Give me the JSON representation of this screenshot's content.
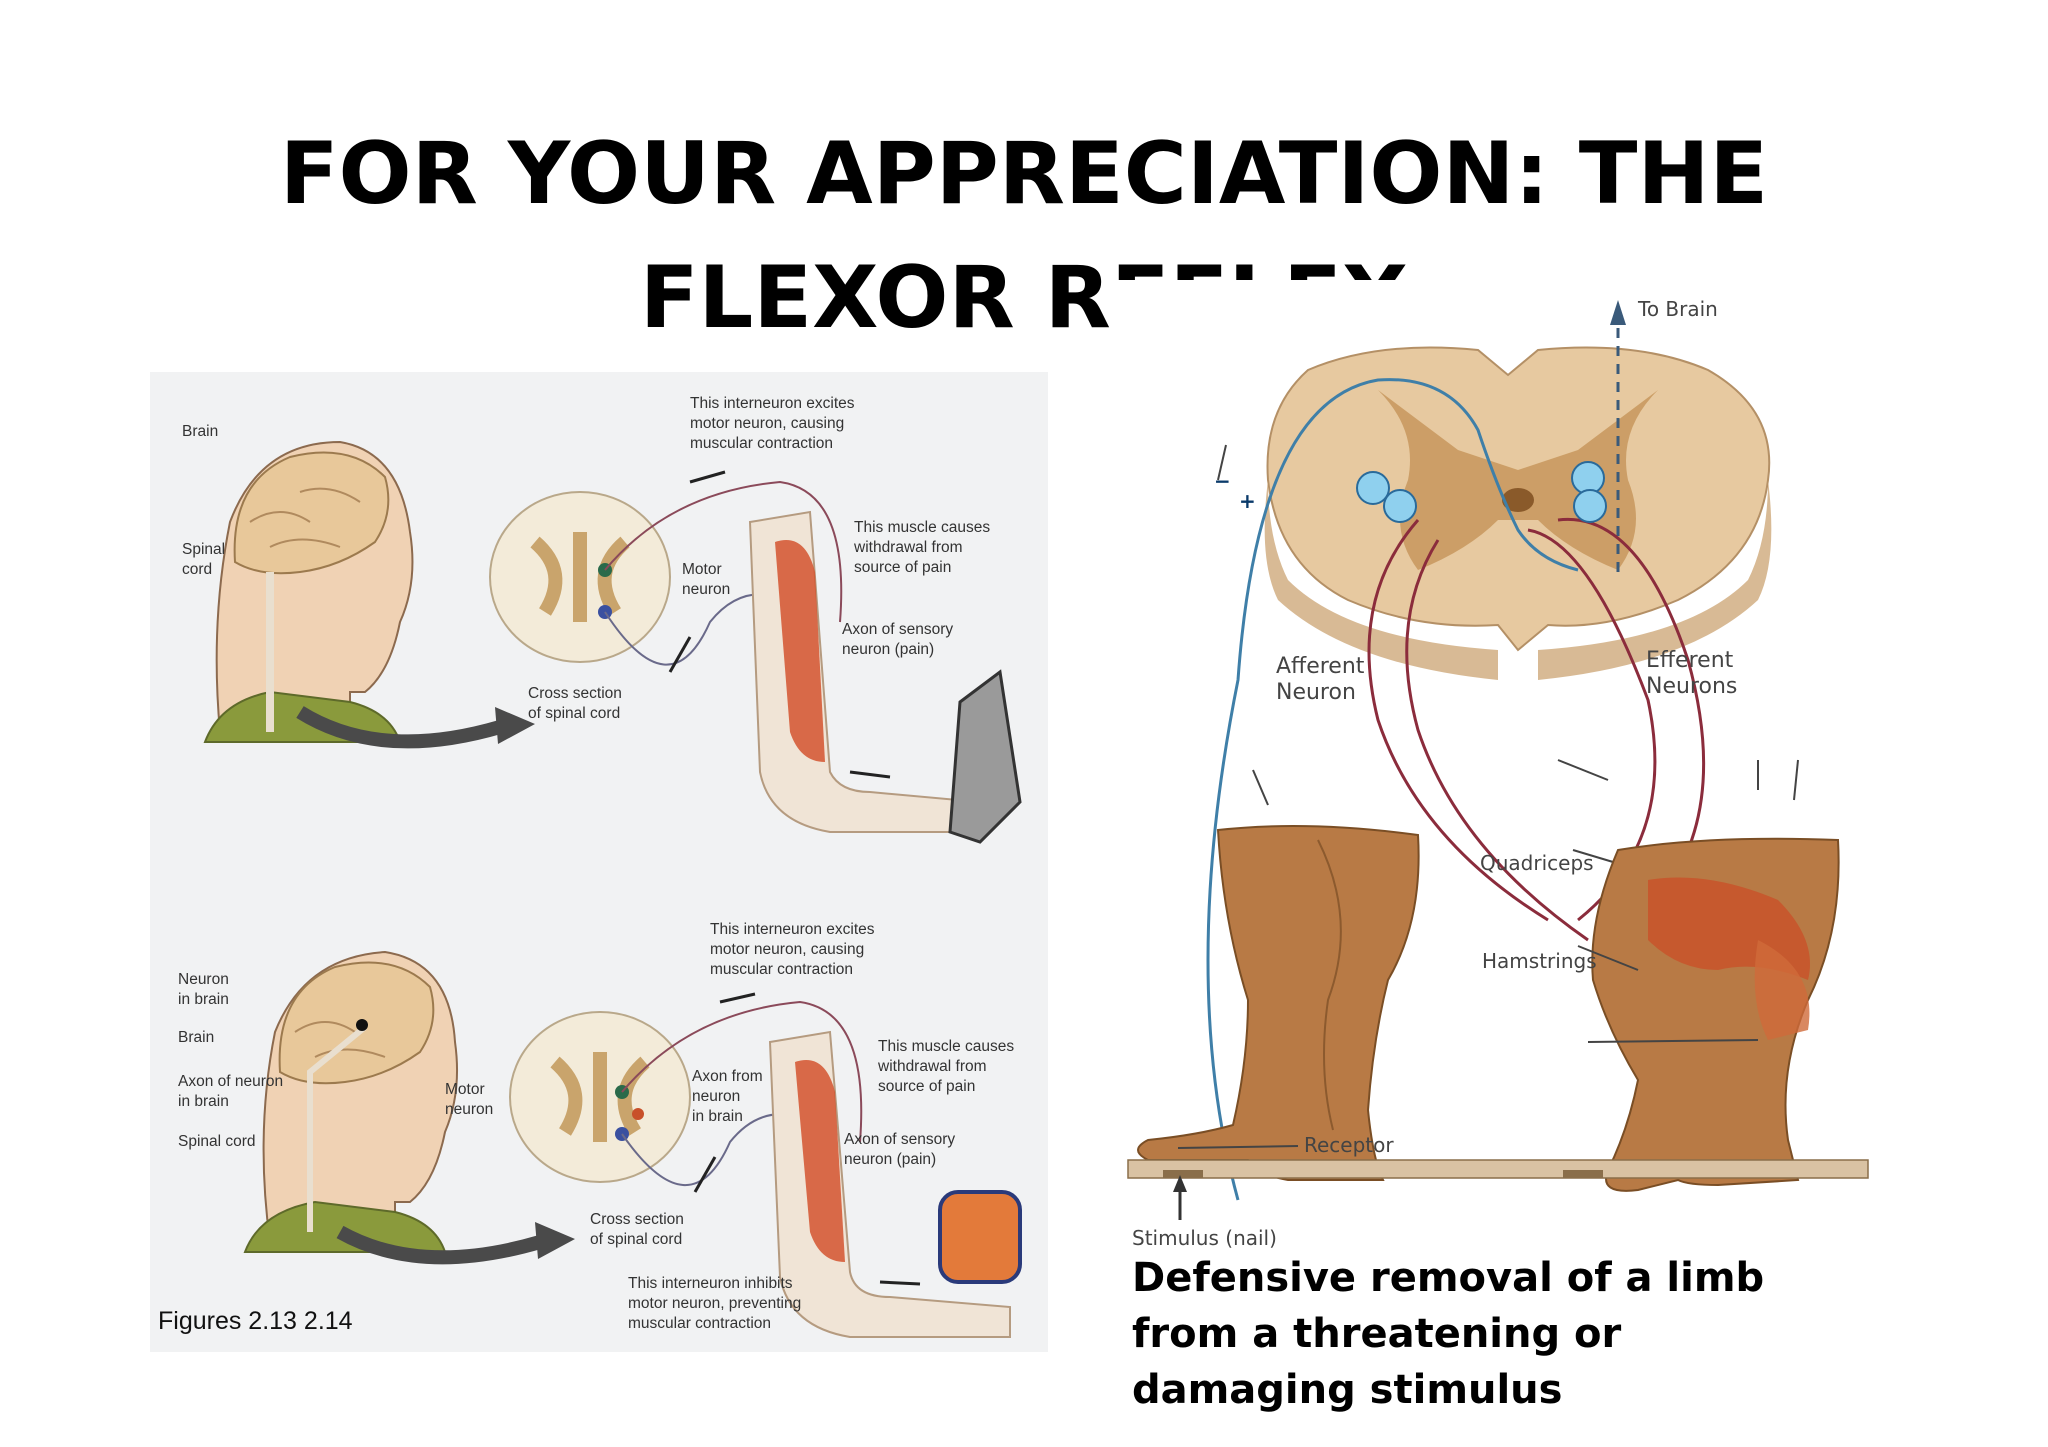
{
  "slide": {
    "title_line1": "FOR YOUR APPRECIATION: THE",
    "title_line2": "FLEXOR REFLEX",
    "caption": "Defensive removal of a limb\nfrom a threatening or\ndamaging stimulus"
  },
  "left_figure": {
    "caption": "Figures 2.13 2.14",
    "top": {
      "brain": "Brain",
      "spinal_cord": "Spinal\ncord",
      "interneuron": "This interneuron excites\nmotor neuron, causing\nmuscular contraction",
      "motor_neuron": "Motor\nneuron",
      "muscle": "This muscle causes\nwithdrawal from\nsource of pain",
      "sensory_axon": "Axon of sensory\nneuron (pain)",
      "cross_section": "Cross section\nof spinal cord"
    },
    "bottom": {
      "neuron_in_brain": "Neuron\nin brain",
      "brain": "Brain",
      "axon_in_brain": "Axon of neuron\nin brain",
      "spinal_cord": "Spinal cord",
      "motor_neuron": "Motor\nneuron",
      "interneuron_excites": "This interneuron excites\nmotor neuron, causing\nmuscular contraction",
      "axon_from_brain": "Axon from\nneuron\nin brain",
      "muscle": "This muscle causes\nwithdrawal from\nsource of pain",
      "sensory_axon": "Axon of sensory\nneuron (pain)",
      "cross_section": "Cross section\nof spinal cord",
      "interneuron_inhibits": "This interneuron inhibits\nmotor neuron, preventing\nmuscular contraction"
    }
  },
  "right_figure": {
    "to_brain": "To Brain",
    "afferent": "Afferent\nNeuron",
    "efferent": "Efferent\nNeurons",
    "quadriceps": "Quadriceps",
    "hamstrings": "Hamstrings",
    "receptor": "Receptor",
    "stimulus": "Stimulus (nail)",
    "minus": "−",
    "plus": "+"
  },
  "colors": {
    "skin": "#b87a45",
    "spinal_cord": "#e7c9a0",
    "gray_matter": "#c7965d",
    "afferent": "#3f7fa8",
    "efferent": "#8b2c3c",
    "muscle": "#d4532f"
  }
}
